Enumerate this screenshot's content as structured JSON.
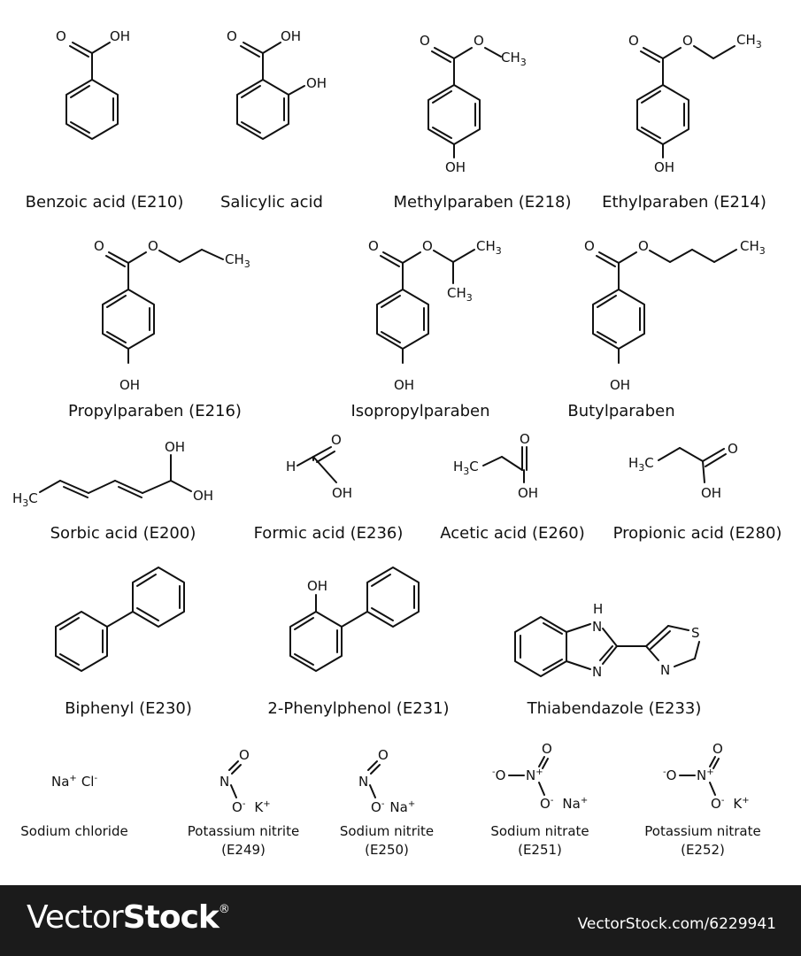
{
  "compounds": [
    {
      "name": "Benzoic acid (E210)"
    },
    {
      "name": "Salicylic acid"
    },
    {
      "name": "Methylparaben (E218)"
    },
    {
      "name": "Ethylparaben (E214)"
    },
    {
      "name": "Propylparaben (E216)"
    },
    {
      "name": "Isopropylparaben"
    },
    {
      "name": "Butylparaben"
    },
    {
      "name": "Sorbic acid (E200)"
    },
    {
      "name": "Formic acid (E236)"
    },
    {
      "name": "Acetic acid (E260)"
    },
    {
      "name": "Propionic acid (E280)"
    },
    {
      "name": "Biphenyl (E230)"
    },
    {
      "name": "2-Phenylphenol (E231)"
    },
    {
      "name": "Thiabendazole (E233)"
    },
    {
      "name": "Sodium chloride"
    },
    {
      "name": "Potassium nitrite",
      "code": "(E249)"
    },
    {
      "name": "Sodium nitrite",
      "code": "(E250)"
    },
    {
      "name": "Sodium nitrate",
      "code": "(E251)"
    },
    {
      "name": "Potassium nitrate",
      "code": "(E252)"
    }
  ],
  "atoms": {
    "O": "O",
    "OH": "OH",
    "H": "H",
    "N": "N",
    "S": "S",
    "CH": "CH",
    "C": "C",
    "three": "3",
    "Na": "Na",
    "Cl": "Cl",
    "K": "K",
    "plus": "+",
    "minus": "-"
  },
  "footer": {
    "logo_light": "Vector",
    "logo_bold": "Stock",
    "logo_mark": "®",
    "url": "VectorStock.com/6229941"
  }
}
